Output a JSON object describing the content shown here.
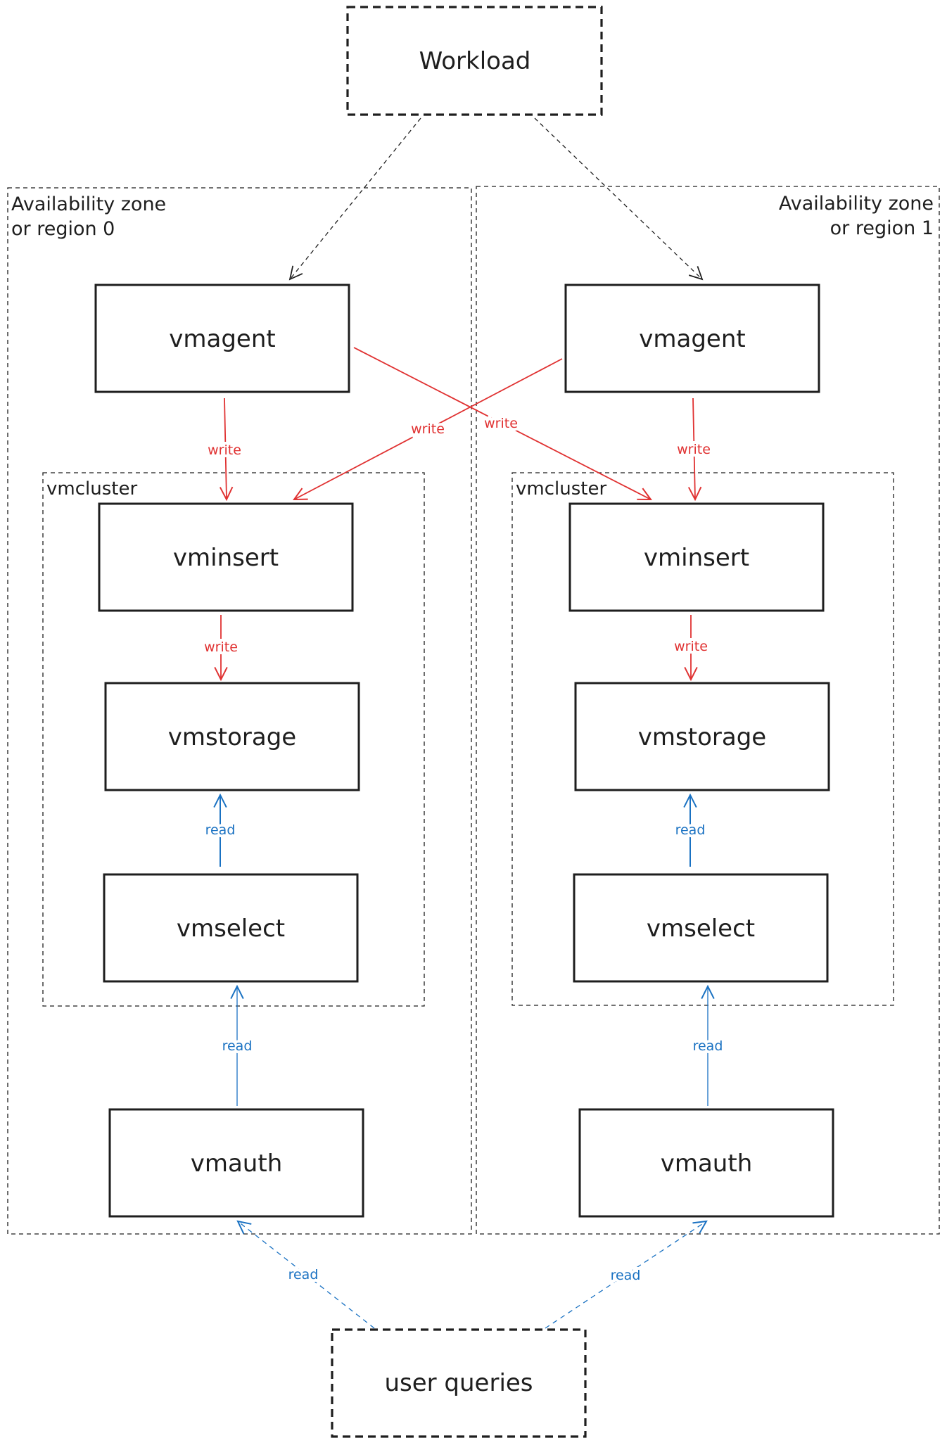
{
  "colors": {
    "write": "#e03131",
    "read": "#1971c2",
    "stroke": "#1e1e1e",
    "background": "#ffffff"
  },
  "nodes": {
    "workload": "Workload",
    "user_queries": "user queries",
    "vmagent_0": "vmagent",
    "vmagent_1": "vmagent",
    "vminsert_0": "vminsert",
    "vminsert_1": "vminsert",
    "vmstorage_0": "vmstorage",
    "vmstorage_1": "vmstorage",
    "vmselect_0": "vmselect",
    "vmselect_1": "vmselect",
    "vmauth_0": "vmauth",
    "vmauth_1": "vmauth"
  },
  "zones": {
    "zone_0_line1": "Availability zone",
    "zone_0_line2": "or region 0",
    "zone_1_line1": "Availability zone",
    "zone_1_line2": "or region 1"
  },
  "clusters": {
    "cluster_0": "vmcluster",
    "cluster_1": "vmcluster"
  },
  "edge_labels": {
    "write": "write",
    "read": "read"
  }
}
